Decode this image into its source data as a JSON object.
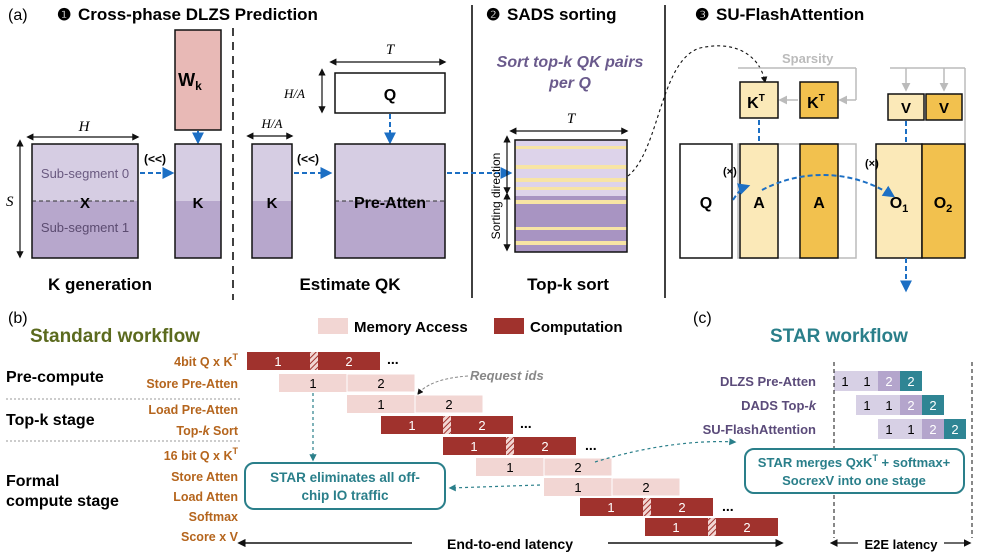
{
  "panel_a": {
    "label": "(a)",
    "section1_num": "❶",
    "section1_title": "Cross-phase DLZS Prediction",
    "section2_num": "❷",
    "section2_title": "SADS sorting",
    "section3_num": "❸",
    "section3_title": "SU-FlashAttention",
    "wk": "W",
    "wk_sub": "k",
    "h": "H",
    "s": "S",
    "t": "T",
    "h_over_a": "H/A",
    "x_block": "X",
    "sub0": "Sub-segment 0",
    "sub1": "Sub-segment 1",
    "shift": "(<<)",
    "k_block": "K",
    "q_block": "Q",
    "pre_atten": "Pre-Atten",
    "k_generation": "K generation",
    "estimate_qk": "Estimate QK",
    "sort_text_line1": "Sort top-k QK pairs",
    "sort_text_line2": "per Q",
    "sorting_direction": "Sorting direction",
    "topk_sort": "Top-k sort",
    "sparsity": "Sparsity",
    "kt": "K",
    "kt_sup": "T",
    "v": "V",
    "a": "A",
    "o1": "O",
    "o1_sub": "1",
    "o2": "O",
    "o2_sub": "2",
    "mult": "(×)"
  },
  "panel_b": {
    "label": "(b)",
    "title": "Standard workflow",
    "legend_memory": "Memory Access",
    "legend_compute": "Computation",
    "stage_precompute": "Pre-compute",
    "stage_topk": "Top-k stage",
    "stage_formal_1": "Formal",
    "stage_formal_2": "compute stage",
    "step1": "4bit Q x K",
    "step1_sup": "T",
    "step2": "Store Pre-Atten",
    "step3": "Load Pre-Atten",
    "step4_pre": "Top-",
    "step4_k": "k",
    "step4_post": " Sort",
    "step5": "16 bit Q x K",
    "step5_sup": "T",
    "step6": "Store Atten",
    "step7": "Load Atten",
    "step8": "Softmax",
    "step9": "Score x V",
    "request_ids": "Request ids",
    "eliminate_line1": "STAR eliminates all off-",
    "eliminate_line2": "chip IO traffic",
    "e2e": "End-to-end latency",
    "one": "1",
    "two": "2",
    "ellipsis": "..."
  },
  "panel_c": {
    "label": "(c)",
    "title": "STAR workflow",
    "row1": "DLZS Pre-Atten",
    "row2_pre": "DADS Top-",
    "row2_k": "k",
    "row3": "SU-FlashAttention",
    "merge_line1": "STAR merges QxK",
    "merge_sup": "T",
    "merge_line1_end": " + softmax+",
    "merge_line2": "SocrexV into one stage",
    "e2e": "E2E latency",
    "one": "1",
    "two": "2"
  },
  "colors": {
    "purple_light": "#d6cde3",
    "purple_mid": "#b7a7cc",
    "purple_dark": "#a894c2",
    "pink_wk": "#e8b9b6",
    "blue_arrow": "#1c6fc4",
    "memory": "#f2d6d3",
    "compute": "#a0322d",
    "olive": "#5b6a1e",
    "teal": "#2a7f8a",
    "brown": "#b5651d",
    "gold": "#f2c14e",
    "gold_light": "#fbe9b8",
    "c_light": "#d7d0e5",
    "c_mid": "#b4a5cc",
    "c_teal": "#2f8594"
  }
}
